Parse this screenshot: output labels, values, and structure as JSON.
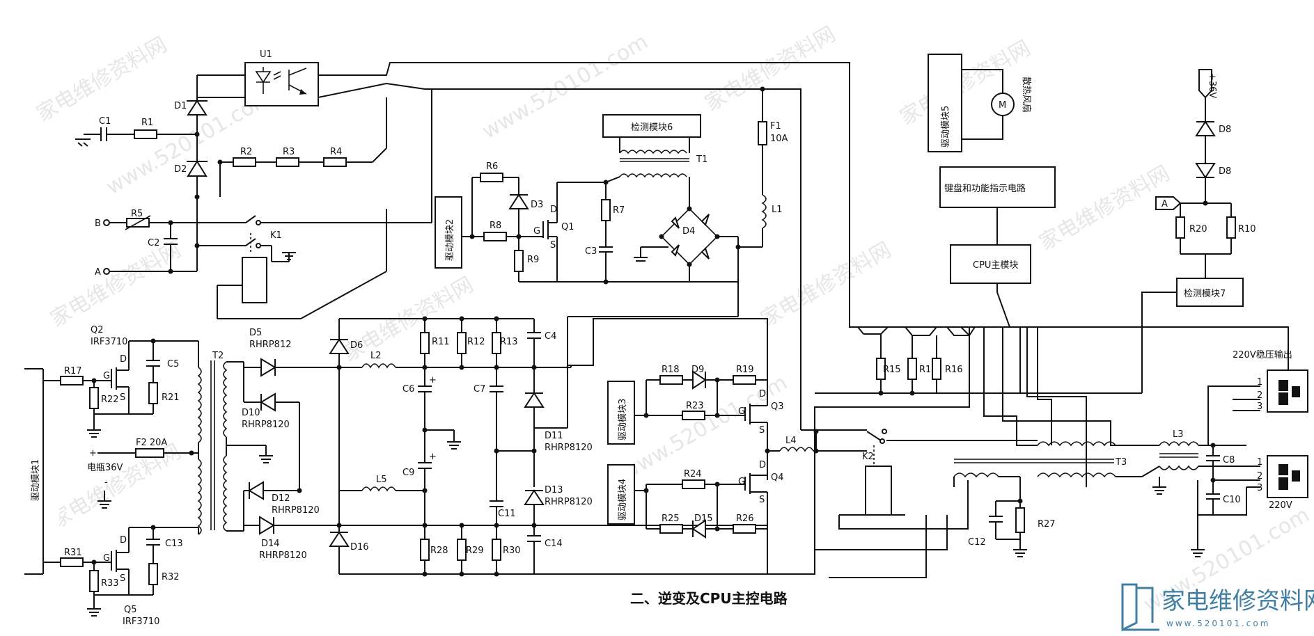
{
  "title": "二、逆变及CPU主控电路",
  "blocks": {
    "drive1": "驱动模块1",
    "drive2": "驱动模块2",
    "drive3": "驱动模块3",
    "drive4": "驱动模块4",
    "drive5": "驱动模块5",
    "detect6": "检测模块6",
    "detect7": "检测模块7",
    "keyboard": "键盘和功能指示电路",
    "cpu": "CPU主模块",
    "fan": "散热风扇",
    "output_label": "220V稳压输出",
    "battery": "电瓶36V",
    "voltage_220": "220V",
    "v36": "+36V"
  },
  "labels": {
    "U1": "U1",
    "C1": "C1",
    "R1": "R1",
    "D1": "D1",
    "D2": "D2",
    "R2": "R2",
    "R3": "R3",
    "R4": "R4",
    "R5": "R5",
    "C2": "C2",
    "K1": "K1",
    "B": "B",
    "A": "A",
    "A2": "A",
    "Q2": "Q2",
    "Q2t": "IRF3710",
    "R17": "R17",
    "R22": "R22",
    "C5": "C5",
    "R21": "R21",
    "T2": "T2",
    "D5": "D5",
    "D5t": "RHRP812",
    "D10": "D10",
    "D10t": "RHRP8120",
    "F2": "F2 20A",
    "D12": "D12",
    "D12t": "RHRP8120",
    "D14": "D14",
    "D14t": "RHRP8120",
    "R31": "R31",
    "R33": "R33",
    "C13": "C13",
    "R32": "R32",
    "Q5": "Q5",
    "Q5t": "IRF3710",
    "D6": "D6",
    "L2": "L2",
    "L5": "L5",
    "D16": "D16",
    "R11": "R11",
    "R12": "R12",
    "R13": "R13",
    "C4": "C4",
    "C6": "C6",
    "C7": "C7",
    "C9": "C9",
    "C11": "C11",
    "R28": "R28",
    "R29": "R29",
    "R30": "R30",
    "C14": "C14",
    "D11": "D11",
    "D11t": "RHRP8120",
    "D13": "D13",
    "D13t": "RHRP8120",
    "R6": "R6",
    "D3": "D3",
    "R8": "R8",
    "Q1": "Q1",
    "R9": "R9",
    "R7": "R7",
    "C3": "C3",
    "T1": "T1",
    "D4": "D4",
    "F1": "F1",
    "F1t": "10A",
    "L1": "L1",
    "R18": "R18",
    "D9": "D9",
    "R19": "R19",
    "R23": "R23",
    "Q3": "Q3",
    "R24": "R24",
    "Q4": "Q4",
    "R25": "R25",
    "D15": "D15",
    "R26": "R26",
    "L4": "L4",
    "K2": "K2",
    "R15": "R15",
    "R14": "R14",
    "R16": "R16",
    "T3": "T3",
    "C12": "C12",
    "R27": "R27",
    "L3": "L3",
    "C8": "C8",
    "C10": "C10",
    "D8a": "D8",
    "D8b": "D8",
    "R20": "R20",
    "R10": "R10",
    "M": "M",
    "G": "G",
    "D": "D",
    "S": "S",
    "plus": "+",
    "minus": "-",
    "p1": "1",
    "p2": "2",
    "p3": "3"
  },
  "watermark": {
    "cn": "家电维修资料网",
    "url": "www.520101.com",
    "logo_cn": "家电维修资料网",
    "logo_url": "www.520101.com"
  }
}
